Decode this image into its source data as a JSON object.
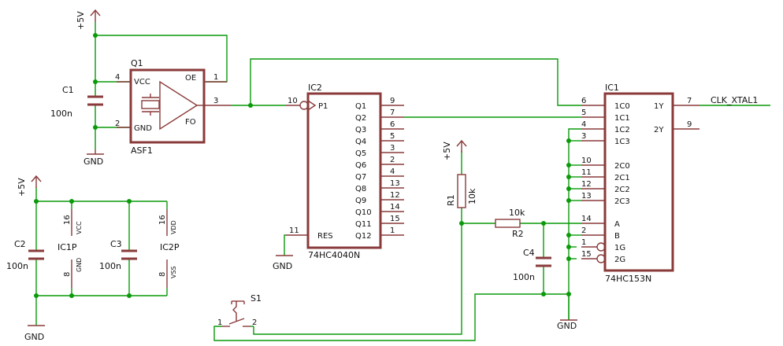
{
  "power": {
    "vcc_label": "+5V",
    "gnd_label": "GND"
  },
  "q1": {
    "name": "Q1",
    "value": "ASF1",
    "pin_vcc": "VCC",
    "pin_gnd": "GND",
    "pin_oe": "OE",
    "pin_fo": "FO",
    "pin_num_vcc": "4",
    "pin_num_gnd": "2",
    "pin_num_oe": "1",
    "pin_num_fo": "3"
  },
  "c1": {
    "name": "C1",
    "value": "100n"
  },
  "c2": {
    "name": "C2",
    "value": "100n"
  },
  "c3": {
    "name": "C3",
    "value": "100n"
  },
  "c4": {
    "name": "C4",
    "value": "100n"
  },
  "ic1p": {
    "name": "IC1P",
    "pin_top": "VCC",
    "pin_top_num": "16",
    "pin_bot": "GND",
    "pin_bot_num": "8"
  },
  "ic2p": {
    "name": "IC2P",
    "pin_top": "VDD",
    "pin_top_num": "16",
    "pin_bot": "VSS",
    "pin_bot_num": "8"
  },
  "ic2": {
    "name": "IC2",
    "value": "74HC4040N",
    "clk_pin_num": "10",
    "clk_pin_label": "P1",
    "res_pin_num": "11",
    "res_pin_label": "RES",
    "outputs": [
      {
        "label": "Q1",
        "num": "9"
      },
      {
        "label": "Q2",
        "num": "7"
      },
      {
        "label": "Q3",
        "num": "6"
      },
      {
        "label": "Q4",
        "num": "5"
      },
      {
        "label": "Q5",
        "num": "3"
      },
      {
        "label": "Q6",
        "num": "2"
      },
      {
        "label": "Q7",
        "num": "4"
      },
      {
        "label": "Q8",
        "num": "13"
      },
      {
        "label": "Q9",
        "num": "12"
      },
      {
        "label": "Q10",
        "num": "14"
      },
      {
        "label": "Q11",
        "num": "15"
      },
      {
        "label": "Q12",
        "num": "1"
      }
    ]
  },
  "ic1": {
    "name": "IC1",
    "value": "74HC153N",
    "inputs": [
      {
        "label": "1C0",
        "num": "6"
      },
      {
        "label": "1C1",
        "num": "5"
      },
      {
        "label": "1C2",
        "num": "4"
      },
      {
        "label": "1C3",
        "num": "3"
      },
      {
        "label": "2C0",
        "num": "10"
      },
      {
        "label": "2C1",
        "num": "11"
      },
      {
        "label": "2C2",
        "num": "12"
      },
      {
        "label": "2C3",
        "num": "13"
      },
      {
        "label": "A",
        "num": "14"
      },
      {
        "label": "B",
        "num": "2"
      },
      {
        "label": "1G",
        "num": "1"
      },
      {
        "label": "2G",
        "num": "15"
      }
    ],
    "out_1y": "1Y",
    "out_1y_num": "7",
    "out_2y": "2Y",
    "out_2y_num": "9"
  },
  "r1": {
    "name": "R1",
    "value": "10k"
  },
  "r2": {
    "name": "R2",
    "value": "10k"
  },
  "s1": {
    "name": "S1",
    "pin1": "1",
    "pin2": "2"
  },
  "net_clk": "CLK_XTAL1"
}
